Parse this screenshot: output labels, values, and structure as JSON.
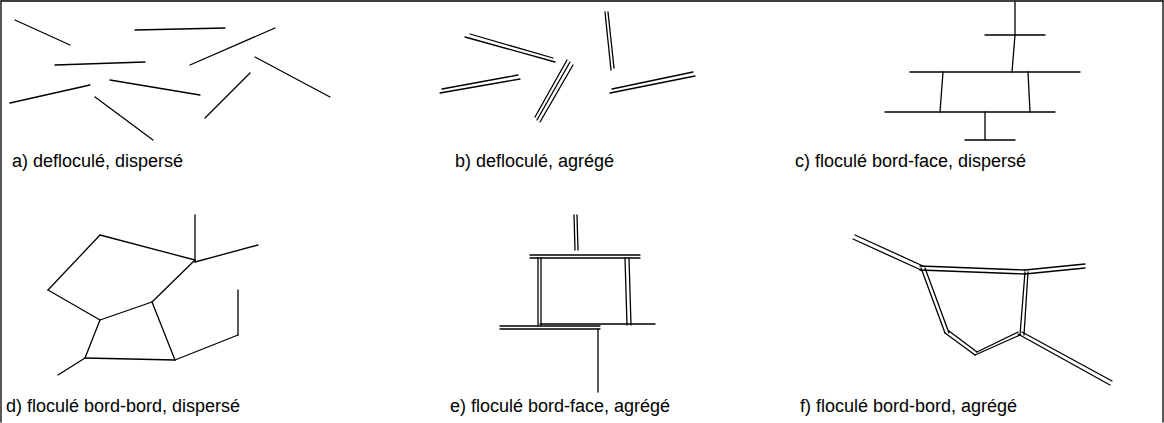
{
  "diagram": {
    "labels": [
      "a) defloculé, dispersé",
      "b) defloculé, agrégé",
      "c) floculé bord-face, dispersé",
      "d) floculé bord-bord, dispersé",
      "e) floculé bord-face, agrégé",
      "f) floculé bord-bord, agrégé"
    ]
  }
}
